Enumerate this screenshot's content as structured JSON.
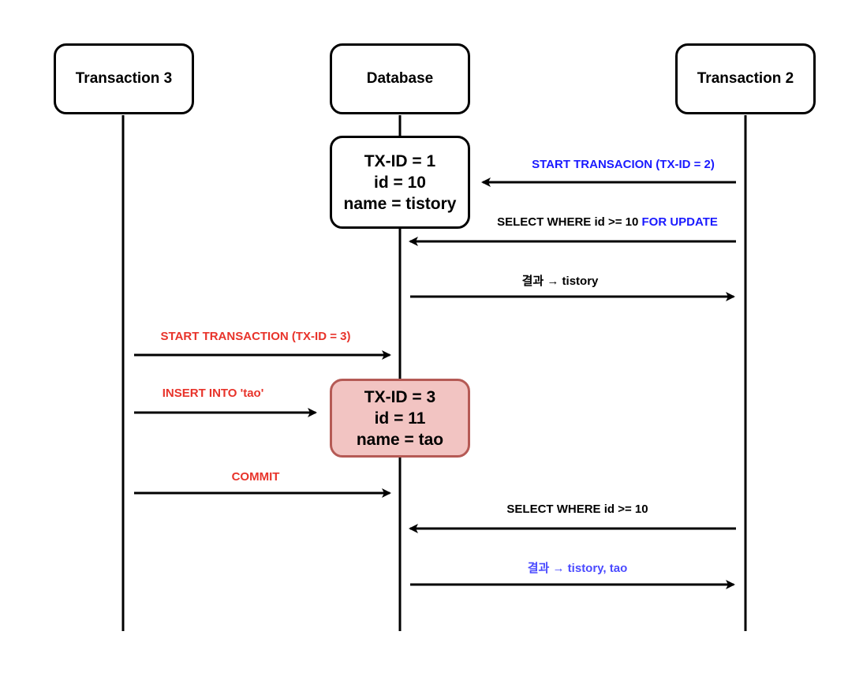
{
  "participants": {
    "left": "Transaction 3",
    "middle": "Database",
    "right": "Transaction 2"
  },
  "notes": [
    {
      "lines": [
        "TX-ID = 1",
        "id = 10",
        "name = tistory"
      ]
    },
    {
      "lines": [
        "TX-ID = 3",
        "id = 11",
        "name = tao"
      ]
    }
  ],
  "messages": [
    {
      "text": "START TRANSACION (TX-ID = 2)",
      "color": "#1a1aff"
    },
    {
      "text_main": "SELECT WHERE id >= 10 ",
      "text_accent": "FOR UPDATE",
      "color": "#000000",
      "accent_color": "#1a1aff"
    },
    {
      "text": "결과 → tistory",
      "color": "#000000"
    },
    {
      "text": "START TRANSACTION (TX-ID = 3)",
      "color": "#e8332a"
    },
    {
      "text": "INSERT INTO 'tao'",
      "color": "#e8332a"
    },
    {
      "text": "COMMIT",
      "color": "#e8332a"
    },
    {
      "text": "SELECT WHERE id >= 10",
      "color": "#000000"
    },
    {
      "text": "결과 → tistory, tao",
      "color": "#4a4aff"
    }
  ]
}
